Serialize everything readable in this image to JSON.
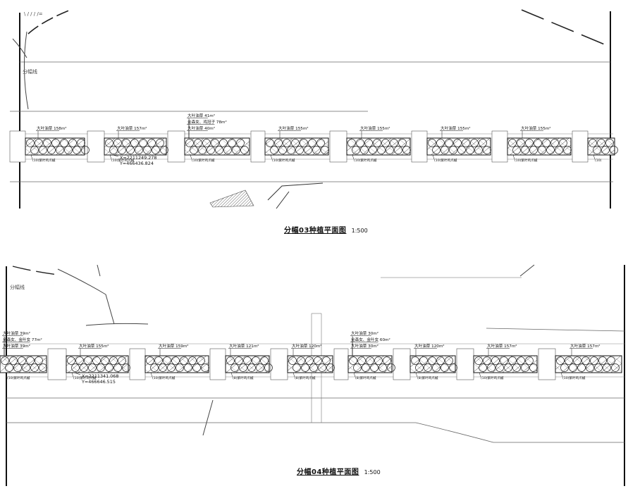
{
  "sheets": [
    {
      "title": "分幅03种植平面图",
      "scale": "1:500",
      "matchline_label": "分幅线",
      "coordinate": {
        "x": "X=2211249.278",
        "y": "Y=466436.824"
      },
      "beds": [
        {
          "labels": [
            "大叶油草 158m²"
          ],
          "note": "(10)紫叶鸡爪槭"
        },
        {
          "labels": [
            "大叶油草 157m²"
          ],
          "note": "(10)紫叶鸡爪槭"
        },
        {
          "labels": [
            "大叶油草 41m²",
            "金森女、鸡冠子 78m²",
            "大叶油草 40m²"
          ],
          "note": "(10)紫叶鸡爪槭"
        },
        {
          "labels": [
            "大叶油草 155m²"
          ],
          "note": "(10)紫叶鸡爪槭"
        },
        {
          "labels": [
            "大叶油草 155m²"
          ],
          "note": "(10)紫叶鸡爪槭"
        },
        {
          "labels": [
            "大叶油草 155m²"
          ],
          "note": "(10)紫叶鸡爪槭"
        },
        {
          "labels": [
            "大叶油草 155m²"
          ],
          "note": "(10)紫叶鸡爪槭"
        },
        {
          "labels": [],
          "note": "(10)"
        }
      ]
    },
    {
      "title": "分幅04种植平面图",
      "scale": "1:500",
      "matchline_label": "分幅线",
      "coordinate": {
        "x": "X=2211341.068",
        "y": "Y=466646.515"
      },
      "beds": [
        {
          "labels": [
            "大叶油草 39m²",
            "金森女、金叶女 77m²",
            "大叶油草 39m²"
          ],
          "note": "(10)紫叶鸡爪槭"
        },
        {
          "labels": [
            "大叶油草 155m²"
          ],
          "note": "(10)紫叶鸡爪槭"
        },
        {
          "labels": [
            "大叶油草 159m²"
          ],
          "note": "(10)紫叶鸡爪槭"
        },
        {
          "labels": [
            "大叶油草 121m²"
          ],
          "note": "(8)紫叶鸡爪槭"
        },
        {
          "labels": [
            "大叶油草 120m²"
          ],
          "note": "(8)紫叶鸡爪槭"
        },
        {
          "labels": [
            "大叶油草 30m²",
            "金森女、金叶女 60m²",
            "大叶油草 30m²"
          ],
          "note": "(8)紫叶鸡爪槭"
        },
        {
          "labels": [
            "大叶油草 120m²"
          ],
          "note": "(8)紫叶鸡爪槭"
        },
        {
          "labels": [
            "大叶油草 157m²"
          ],
          "note": "(10)紫叶鸡爪槭"
        },
        {
          "labels": [
            "大叶油草 157m²"
          ],
          "note": "(10)紫叶鸡爪槭"
        }
      ]
    }
  ],
  "colors": {
    "ink": "#111111",
    "road": "#555555",
    "hatch": "#222222",
    "faint": "#999999"
  }
}
